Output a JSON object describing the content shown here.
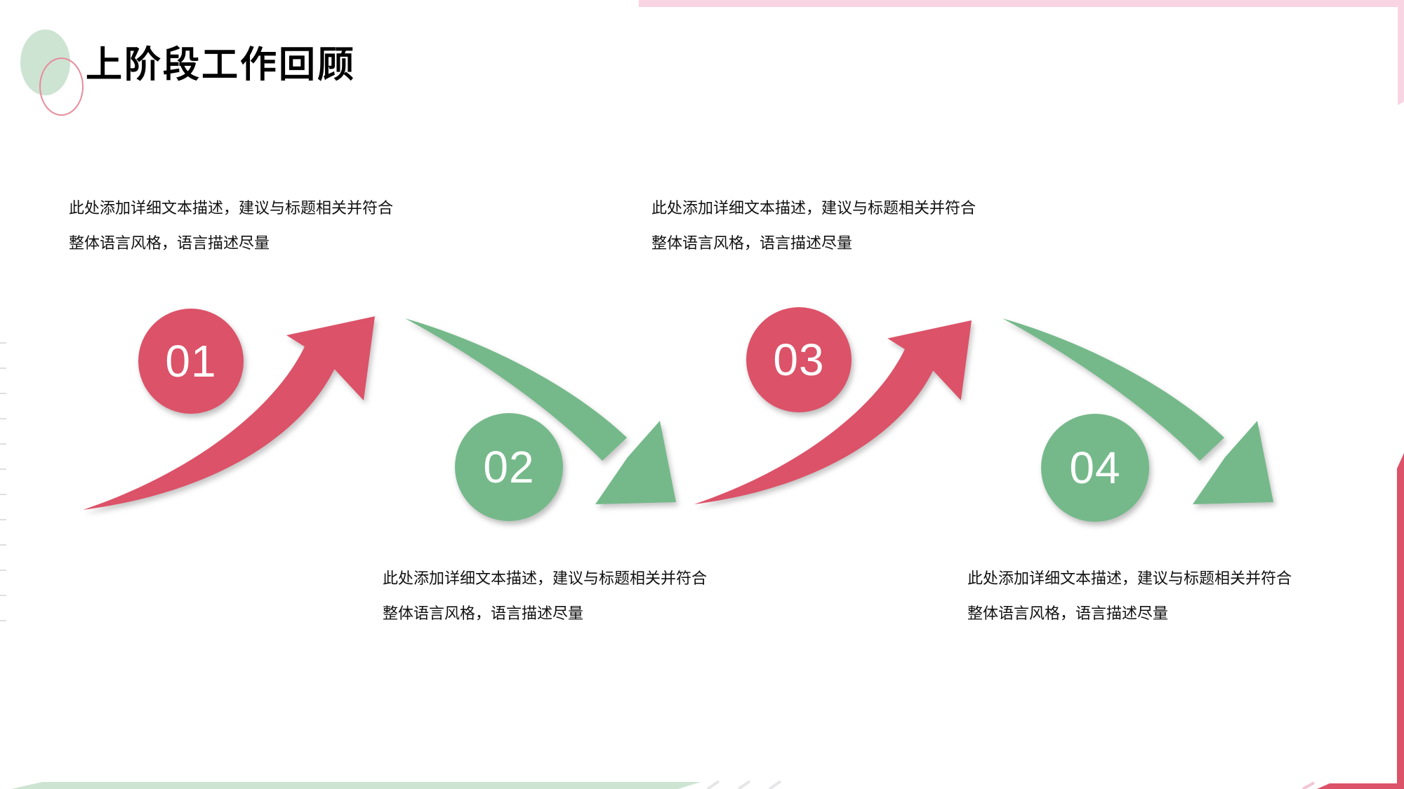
{
  "slide": {
    "title": "上阶段工作回顾",
    "steps": [
      {
        "number": "01",
        "desc_line1": "此处添加详细文本描述，建议与标题相关并符合",
        "desc_line2": "整体语言风格，语言描述尽量"
      },
      {
        "number": "02",
        "desc_line1": "此处添加详细文本描述，建议与标题相关并符合",
        "desc_line2": "整体语言风格，语言描述尽量"
      },
      {
        "number": "03",
        "desc_line1": "此处添加详细文本描述，建议与标题相关并符合",
        "desc_line2": "整体语言风格，语言描述尽量"
      },
      {
        "number": "04",
        "desc_line1": "此处添加详细文本描述，建议与标题相关并符合",
        "desc_line2": "整体语言风格，语言描述尽量"
      }
    ],
    "colors": {
      "accent_red": "#dc5268",
      "accent_green": "#75b98a",
      "light_green": "#cde4d3",
      "light_pink": "#f9d4e2",
      "pink_outline": "#e78b9b",
      "text": "#111111"
    }
  }
}
